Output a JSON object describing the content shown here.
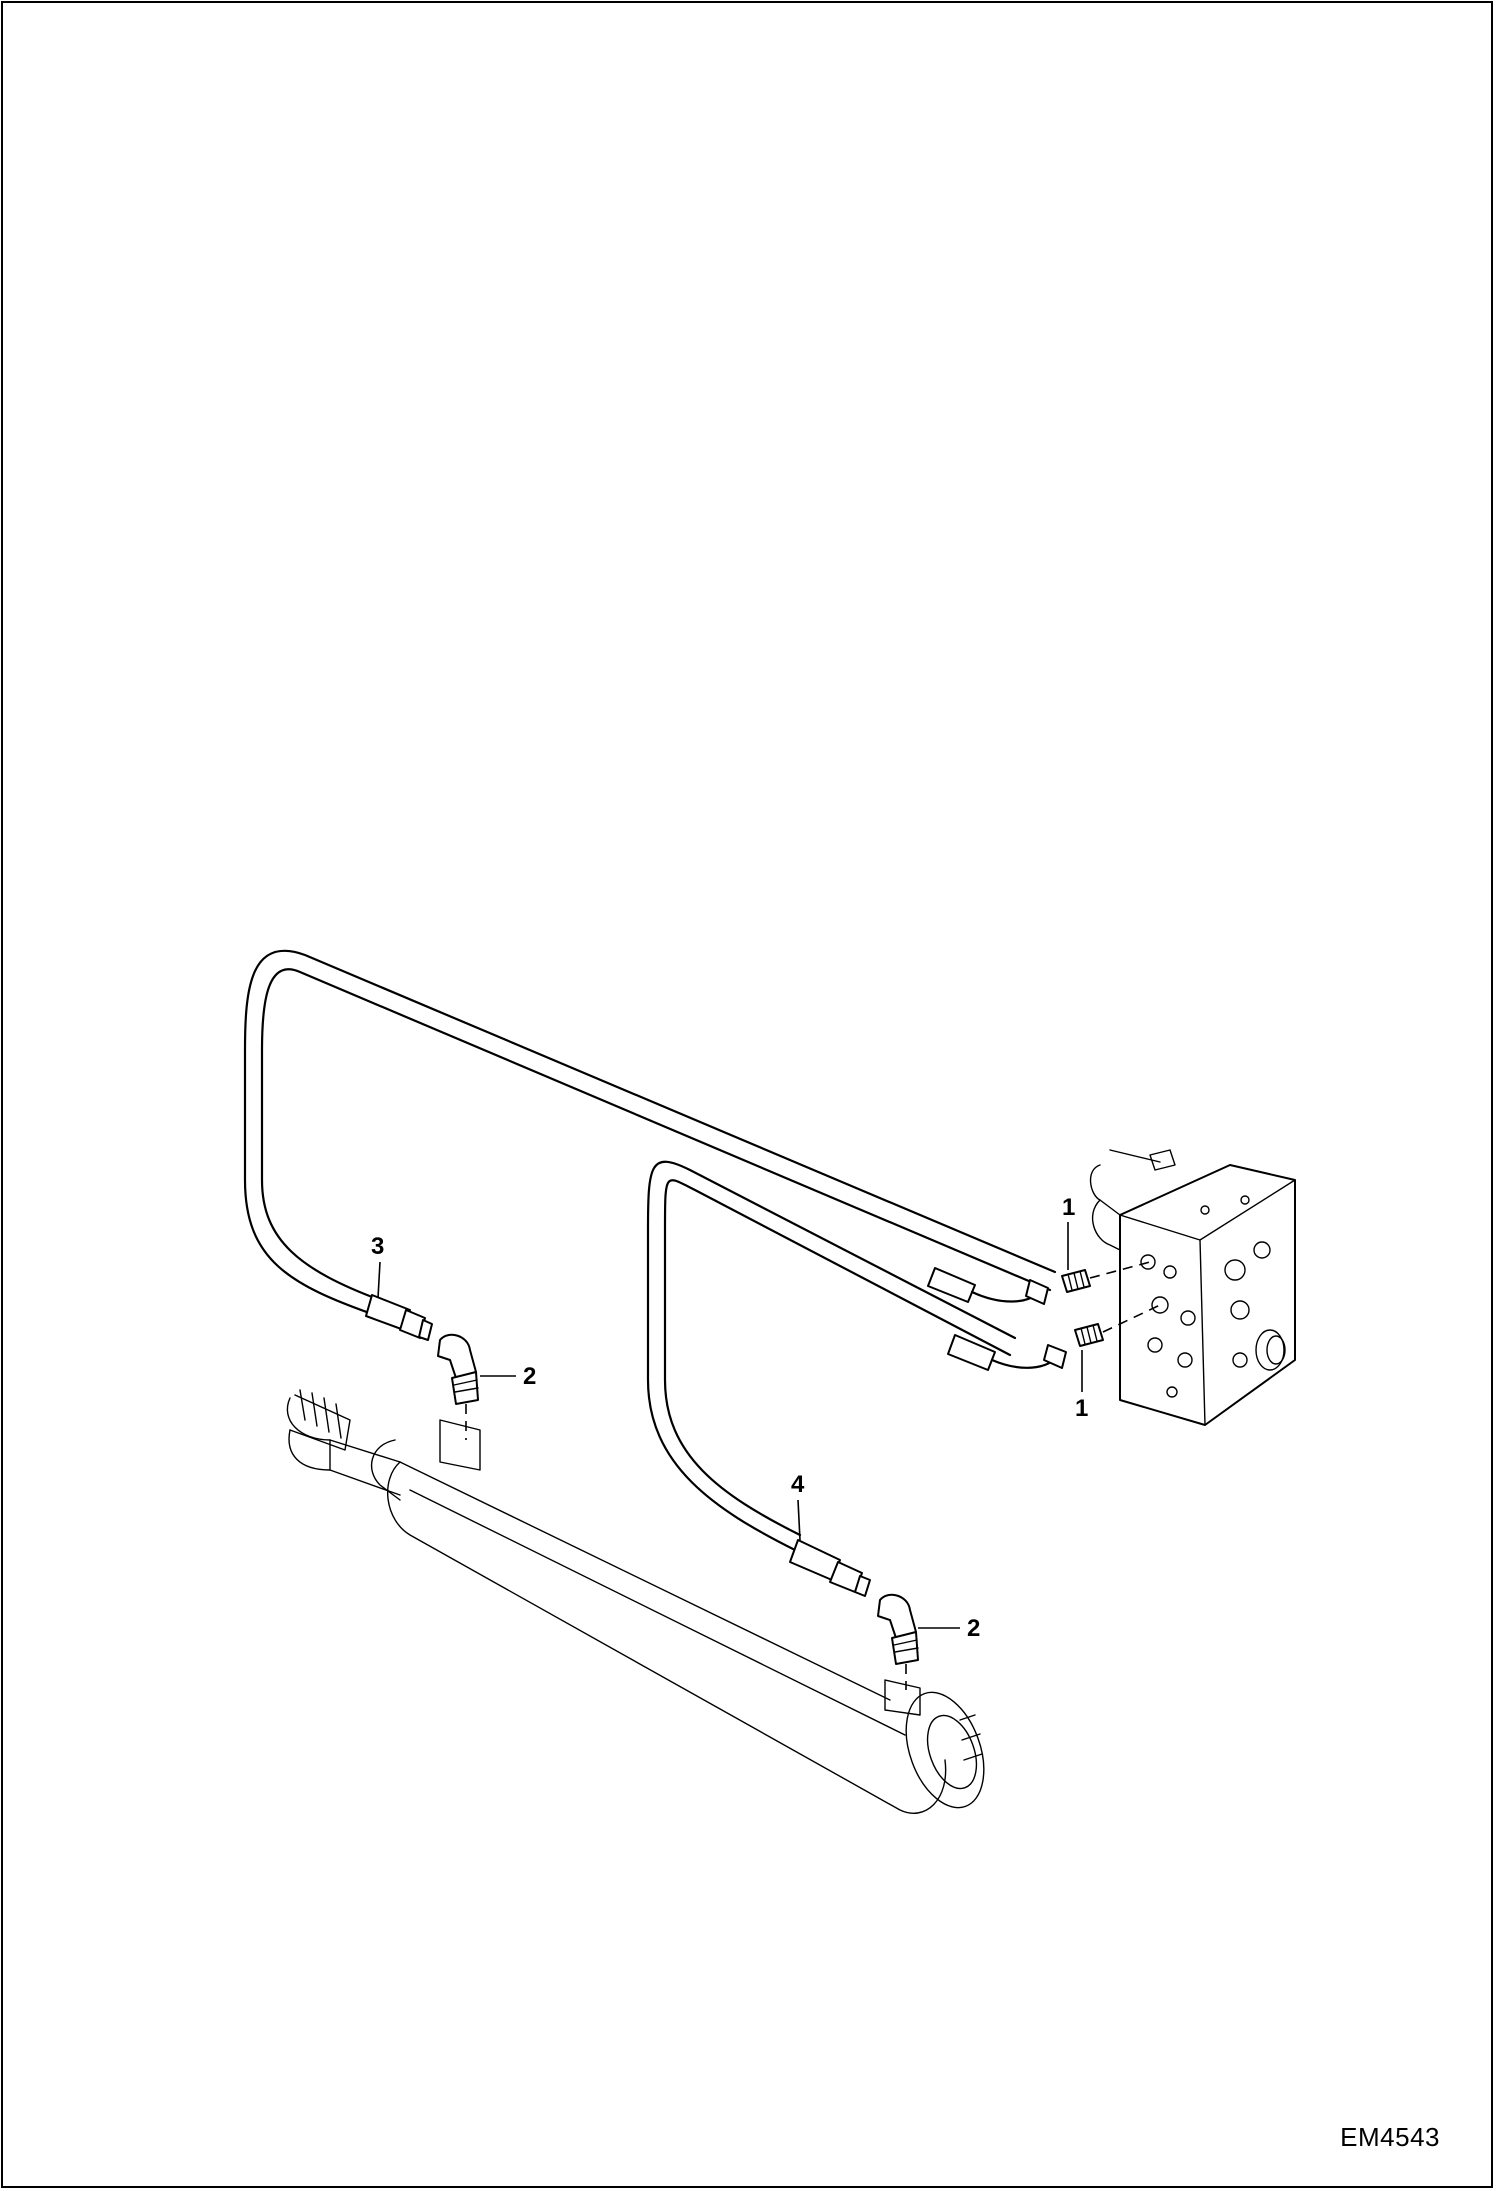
{
  "figure_code": "EM4543",
  "callouts": {
    "hose_fitting_upper": "1",
    "hose_fitting_lower": "1",
    "elbow_fitting_left": "2",
    "elbow_fitting_right": "2",
    "hose_left": "3",
    "hose_right": "4"
  },
  "colors": {
    "line": "#000000",
    "background": "#ffffff"
  }
}
